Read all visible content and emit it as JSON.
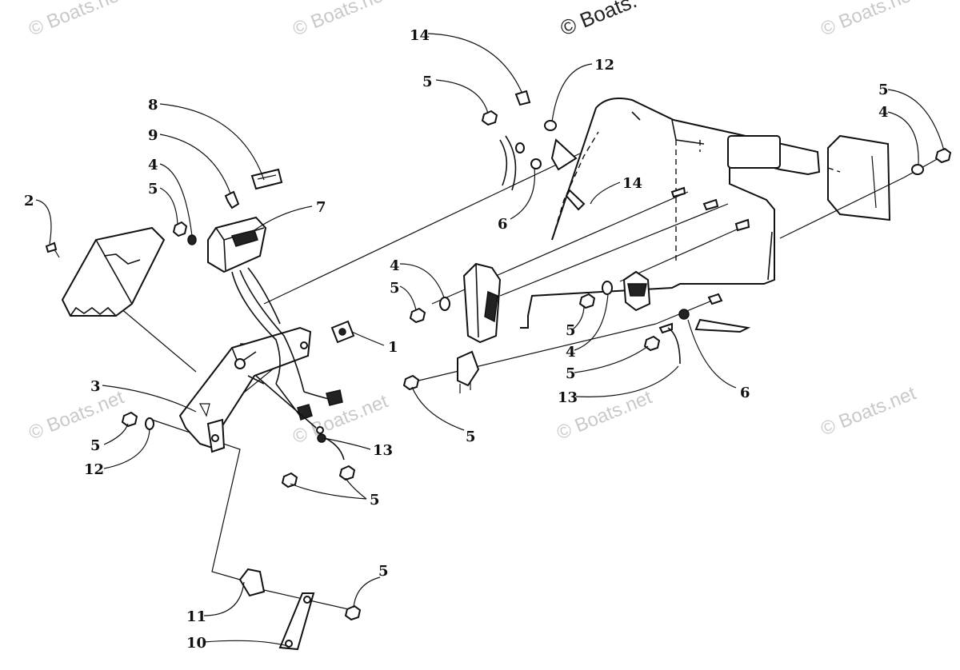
{
  "watermark": {
    "top": "© Boats.",
    "text": "© Boats.net"
  },
  "callouts": [
    "2",
    "8",
    "9",
    "4",
    "5",
    "7",
    "1",
    "3",
    "5",
    "12",
    "13",
    "5",
    "11",
    "10",
    "5",
    "14",
    "5",
    "12",
    "6",
    "14",
    "4",
    "5",
    "5",
    "4",
    "5",
    "13",
    "6",
    "5",
    "5",
    "4"
  ]
}
